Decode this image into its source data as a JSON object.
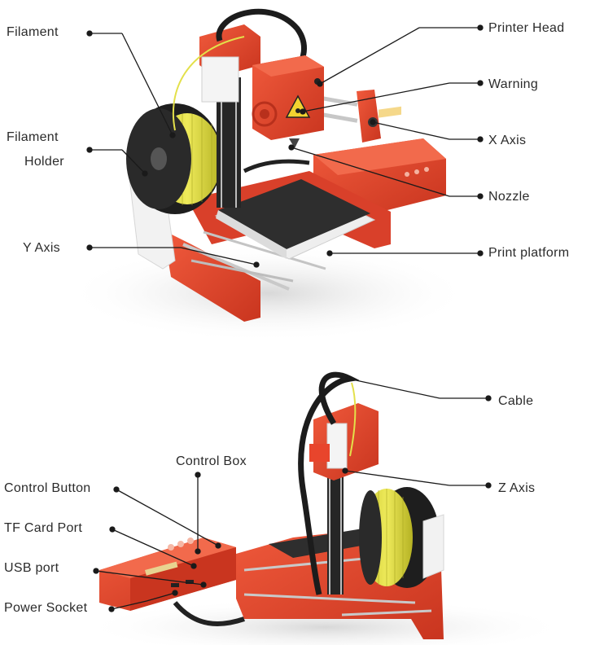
{
  "diagram": {
    "top_labels": {
      "filament": "Filament",
      "filament_holder_line1": "Filament",
      "filament_holder_line2": "Holder",
      "y_axis": "Y Axis",
      "printer_head": "Printer Head",
      "warning": "Warning",
      "x_axis": "X Axis",
      "nozzle": "Nozzle",
      "print_platform": "Print platform"
    },
    "bottom_labels": {
      "cable": "Cable",
      "z_axis": "Z Axis",
      "control_box": "Control Box",
      "control_button": "Control Button",
      "tf_card_port": "TF Card Port",
      "usb_port": "USB port",
      "power_socket": "Power Socket"
    }
  },
  "colors": {
    "body_red": "#e8452c",
    "dark_red": "#b8301c",
    "filament_yellow": "#e3e04a",
    "platform_dark": "#2e2e2e",
    "line": "#1a1a1a",
    "label_text": "#2b2b2b"
  }
}
